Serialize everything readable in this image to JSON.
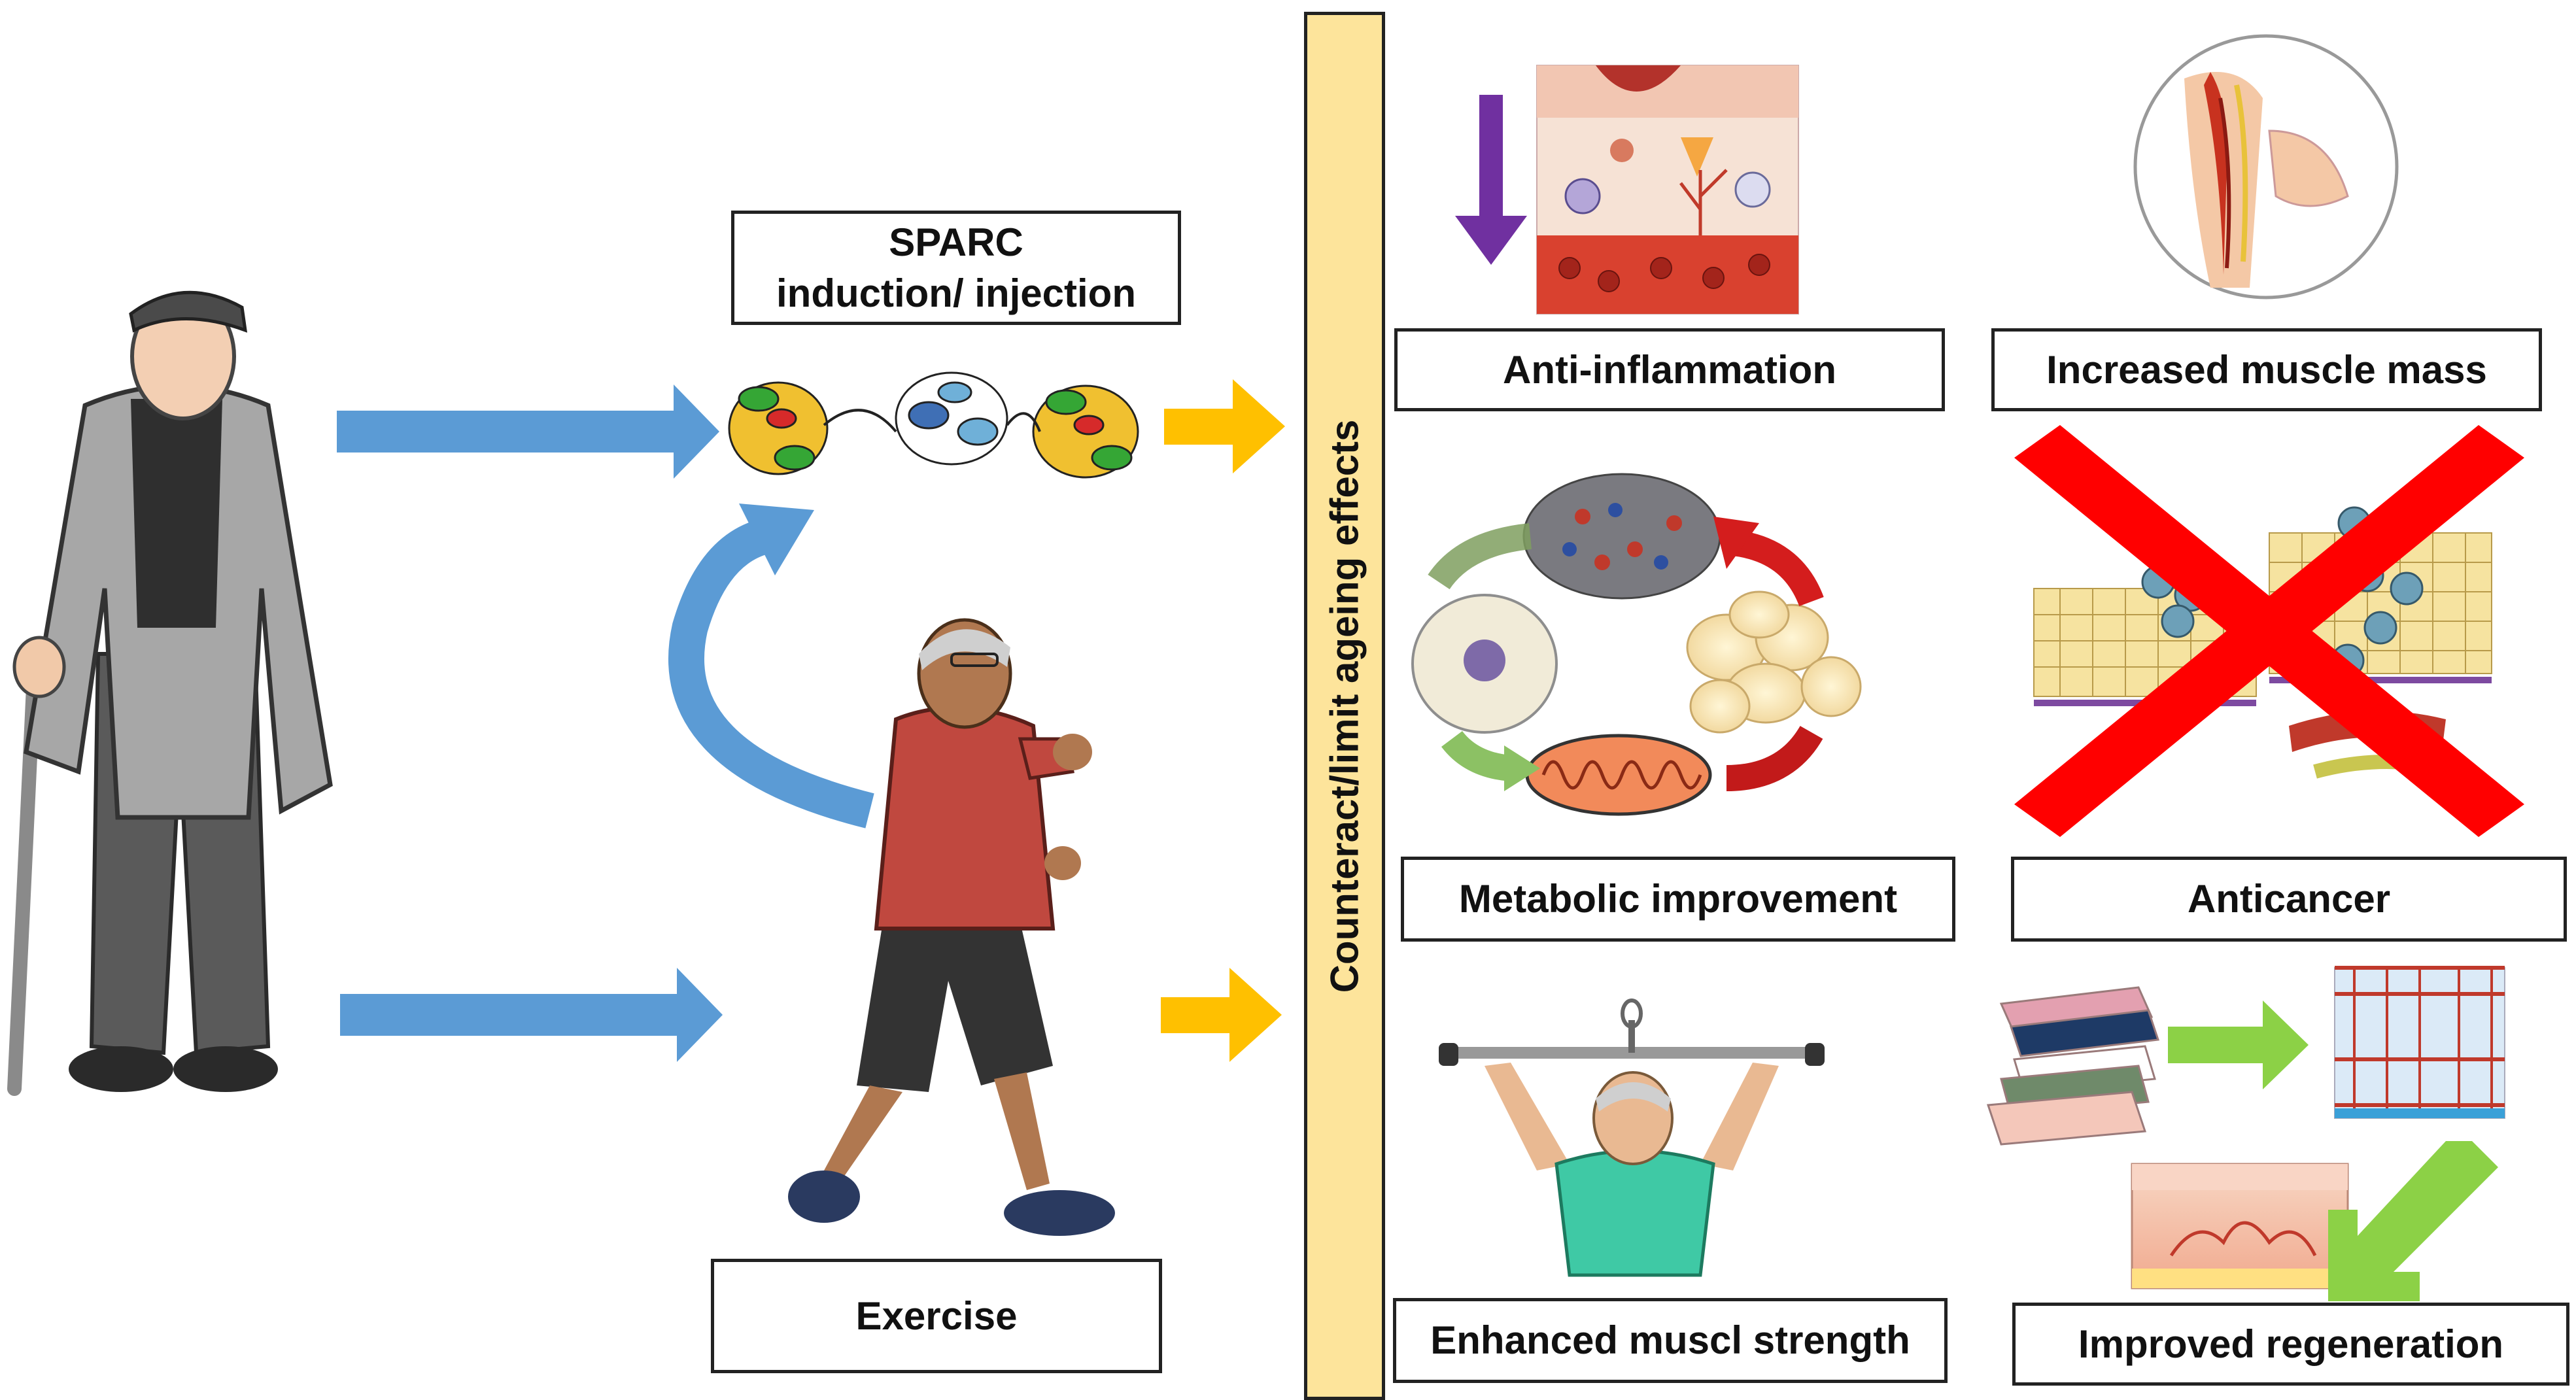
{
  "labels": {
    "sparc": [
      "SPARC",
      "induction/ injection"
    ],
    "exercise": "Exercise",
    "band": "Counteract/limit ageing effects",
    "anti_inflammation": "Anti-inflammation",
    "muscle_mass": "Increased muscle mass",
    "metabolic": "Metabolic improvement",
    "anticancer": "Anticancer",
    "muscle_strength": "Enhanced muscl strength",
    "regeneration": "Improved regeneration"
  },
  "colors": {
    "blue_arrow": "#5b9bd5",
    "yellow_arrow": "#ffc000",
    "green_arrow": "#8cd146",
    "purple_arrow": "#7030a0",
    "red_cross": "#ff0000",
    "band_fill": "#fde49b"
  }
}
